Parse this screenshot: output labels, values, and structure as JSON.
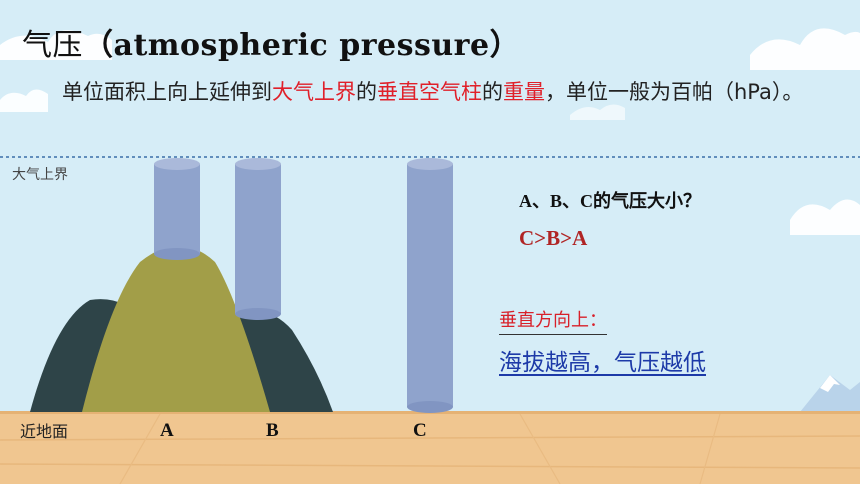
{
  "title_cn": "气压",
  "title_en": "（atmospheric pressure）",
  "definition": {
    "part1": "单位面积上向上延伸到",
    "hl1": "大气上界",
    "part2": "的",
    "hl2": "垂直空气柱",
    "part3": "的",
    "hl3": "重量",
    "part4": "，单位一般为百帕（hPa）。"
  },
  "labels": {
    "top_of_atmosphere": "大气上界",
    "ground": "近地面",
    "point_a": "A",
    "point_b": "B",
    "point_c": "C"
  },
  "question": "A、B、C的气压大小？",
  "answer": "C>B>A",
  "vertical_heading": "垂直方向上：",
  "conclusion": "海拔越高，气压越低",
  "colors": {
    "sky": "#d6edf7",
    "ground": "#f0c690",
    "mountain_dark": "#2e4448",
    "mountain_olive": "#a29e48",
    "column": "#8fa3cc",
    "highlight_red": "#e0202a",
    "answer_red": "#b02525",
    "conclusion_blue": "#1d3aa8",
    "toa_line": "#3a6ea8"
  }
}
